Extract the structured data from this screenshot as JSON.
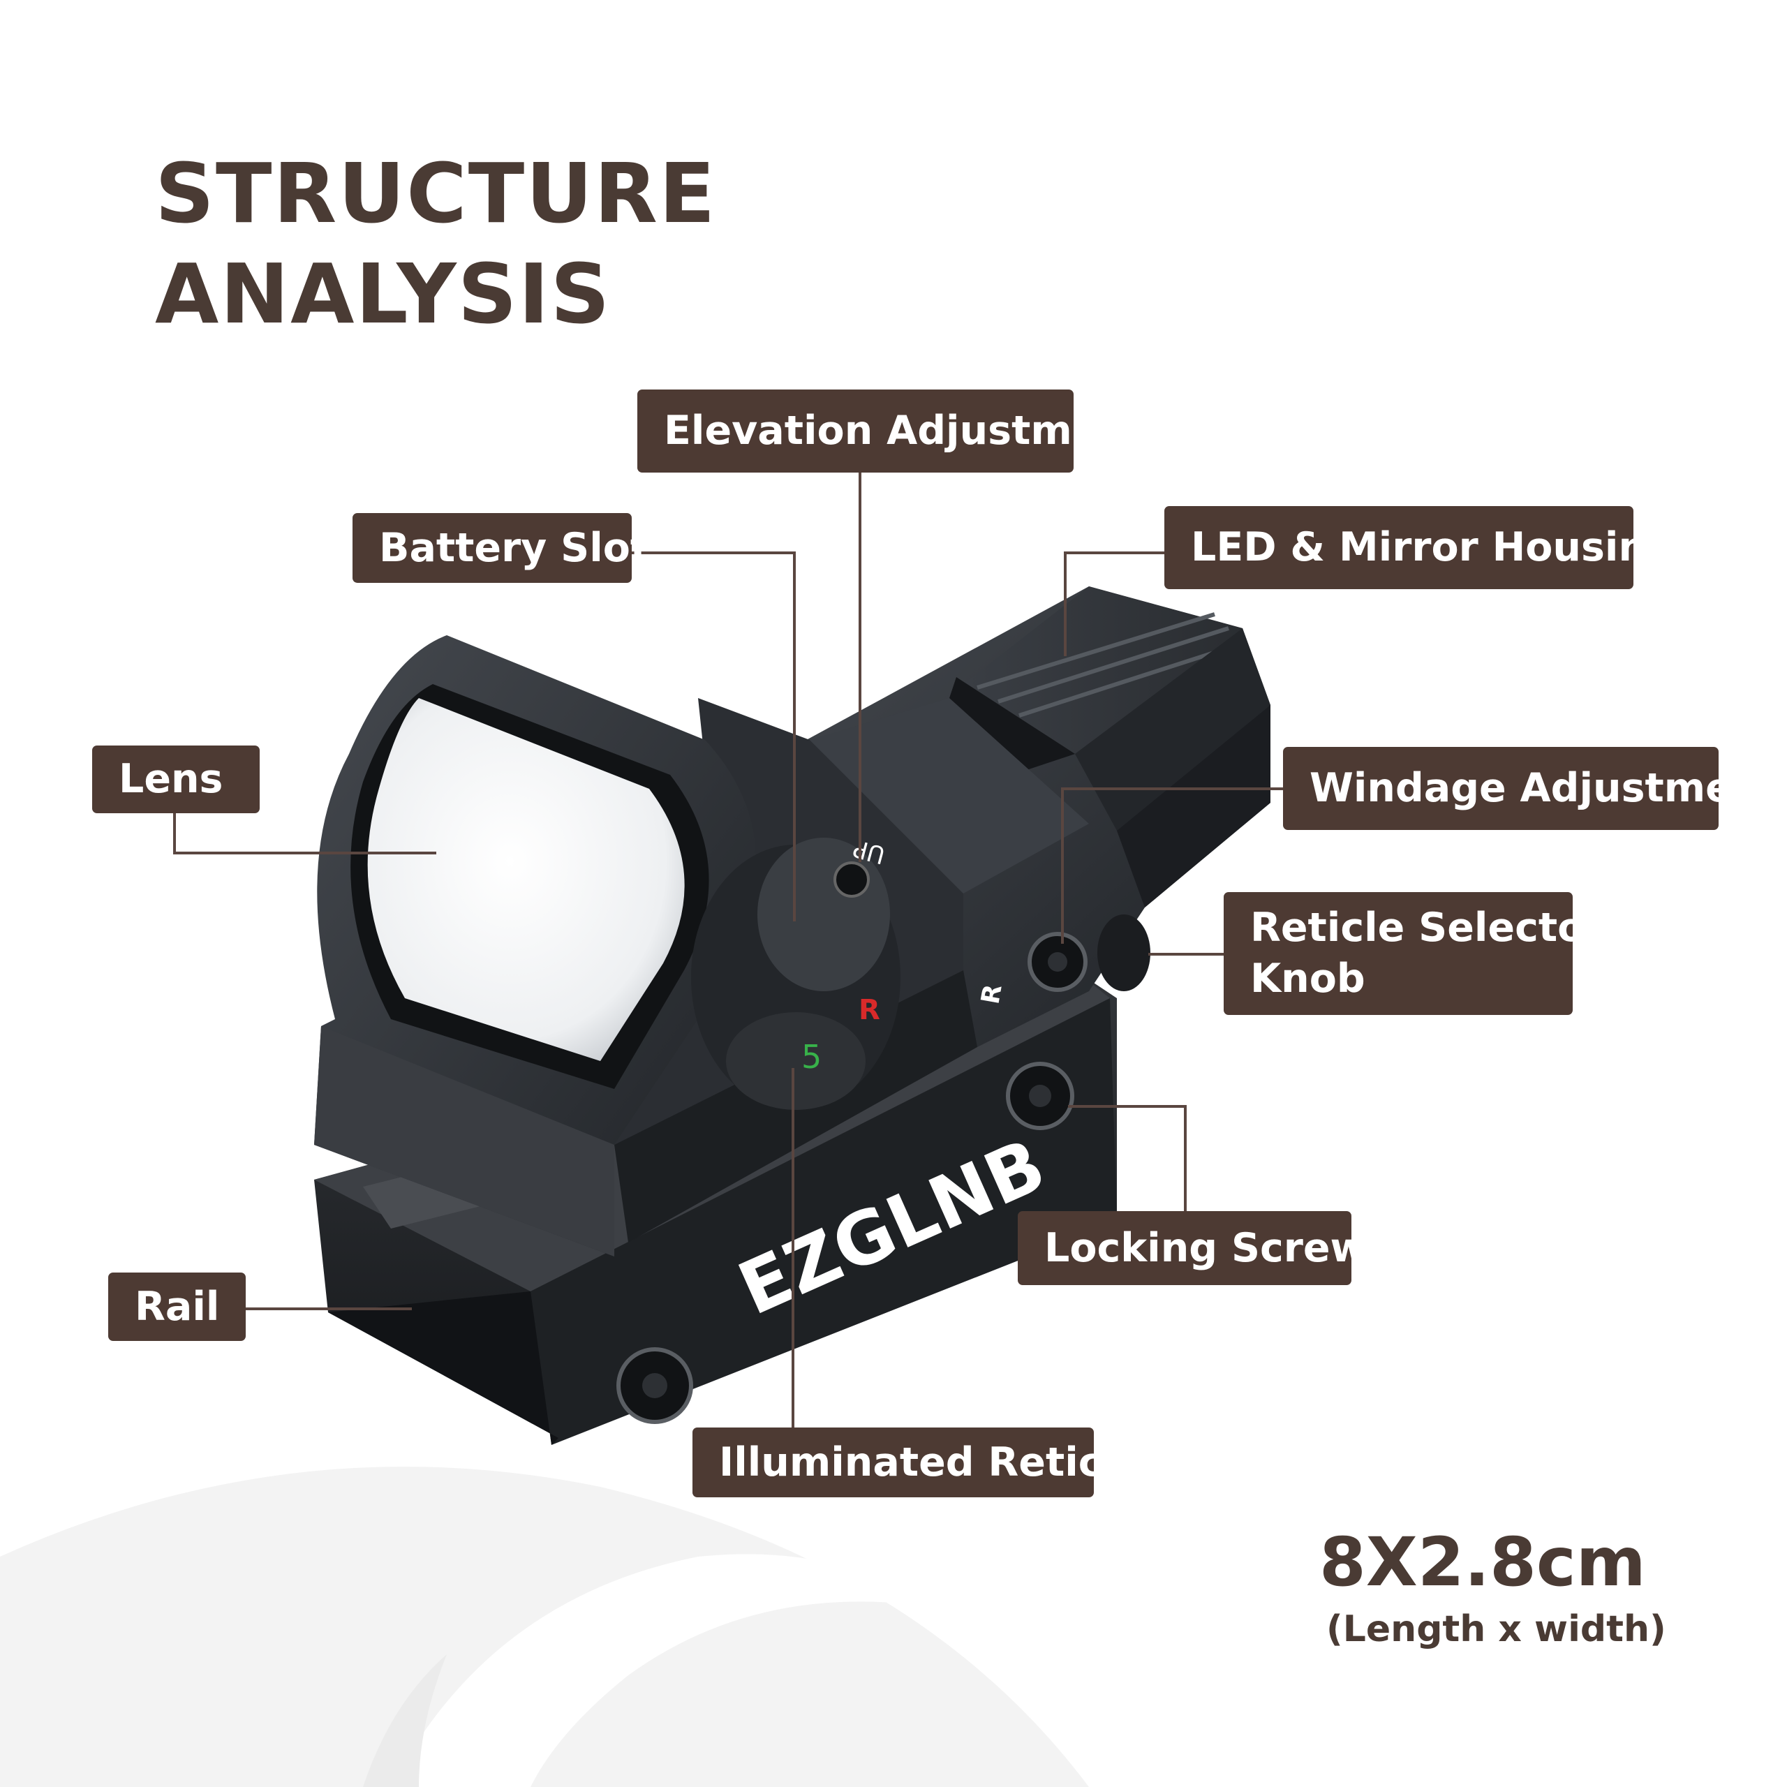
{
  "heading": {
    "line1": "STRUCTURE",
    "line2": "ANALYSIS"
  },
  "labels": {
    "elevation": "Elevation Adjustment",
    "battery": "Battery Slot",
    "led": "LED & Mirror Housing",
    "lens": "Lens",
    "windage": "Windage Adjustment",
    "reticle_selector": [
      "Reticle Selector",
      "Knob"
    ],
    "locking_screw": "Locking Screw",
    "rail": "Rail",
    "illuminated": "Illuminated Reticle"
  },
  "product": {
    "brand": "EZGLNB",
    "knob_mark_up": "UP",
    "knob_number": "5",
    "knob_letter": "R",
    "body_letter": "R"
  },
  "dimensions": {
    "value": "8X2.8cm",
    "caption": "(Length x width)"
  },
  "colors": {
    "label_bg": "#4d3a33",
    "heading_text": "#4a3b34",
    "leader_line": "#5a4640",
    "scope_body": "#2c2f33"
  }
}
